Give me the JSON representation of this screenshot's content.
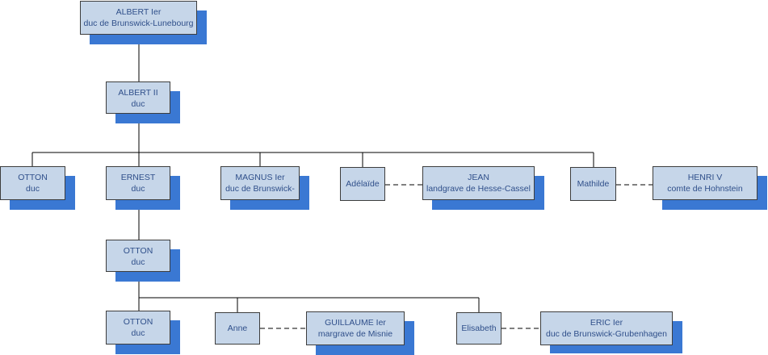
{
  "colors": {
    "box_fill": "#c6d6e9",
    "shadow": "#3a78d3",
    "text": "#2f4f8a",
    "line": "#000000"
  },
  "nodes": {
    "albert1": {
      "line1": "ALBERT Ier",
      "line2": "duc de Brunswick-Lunebourg"
    },
    "albert2": {
      "line1": "ALBERT II",
      "line2": "duc"
    },
    "otton_a": {
      "line1": "OTTON",
      "line2": "duc"
    },
    "ernest": {
      "line1": "ERNEST",
      "line2": "duc"
    },
    "magnus": {
      "line1": "MAGNUS Ier",
      "line2": "duc de Brunswick-"
    },
    "adelaide": {
      "line1": "Adélaïde"
    },
    "jean": {
      "line1": "JEAN",
      "line2": "landgrave de Hesse-Cassel"
    },
    "mathilde": {
      "line1": "Mathilde"
    },
    "henri": {
      "line1": "HENRI V",
      "line2": "comte de Hohnstein"
    },
    "otton_b": {
      "line1": "OTTON",
      "line2": "duc"
    },
    "otton_c": {
      "line1": "OTTON",
      "line2": "duc"
    },
    "anne": {
      "line1": "Anne"
    },
    "guillaume": {
      "line1": "GUILLAUME Ier",
      "line2": "margrave de Misnie"
    },
    "elisabeth": {
      "line1": "Elisabeth"
    },
    "eric": {
      "line1": "ERIC Ier",
      "line2": "duc de Brunswick-Grubenhagen"
    }
  }
}
